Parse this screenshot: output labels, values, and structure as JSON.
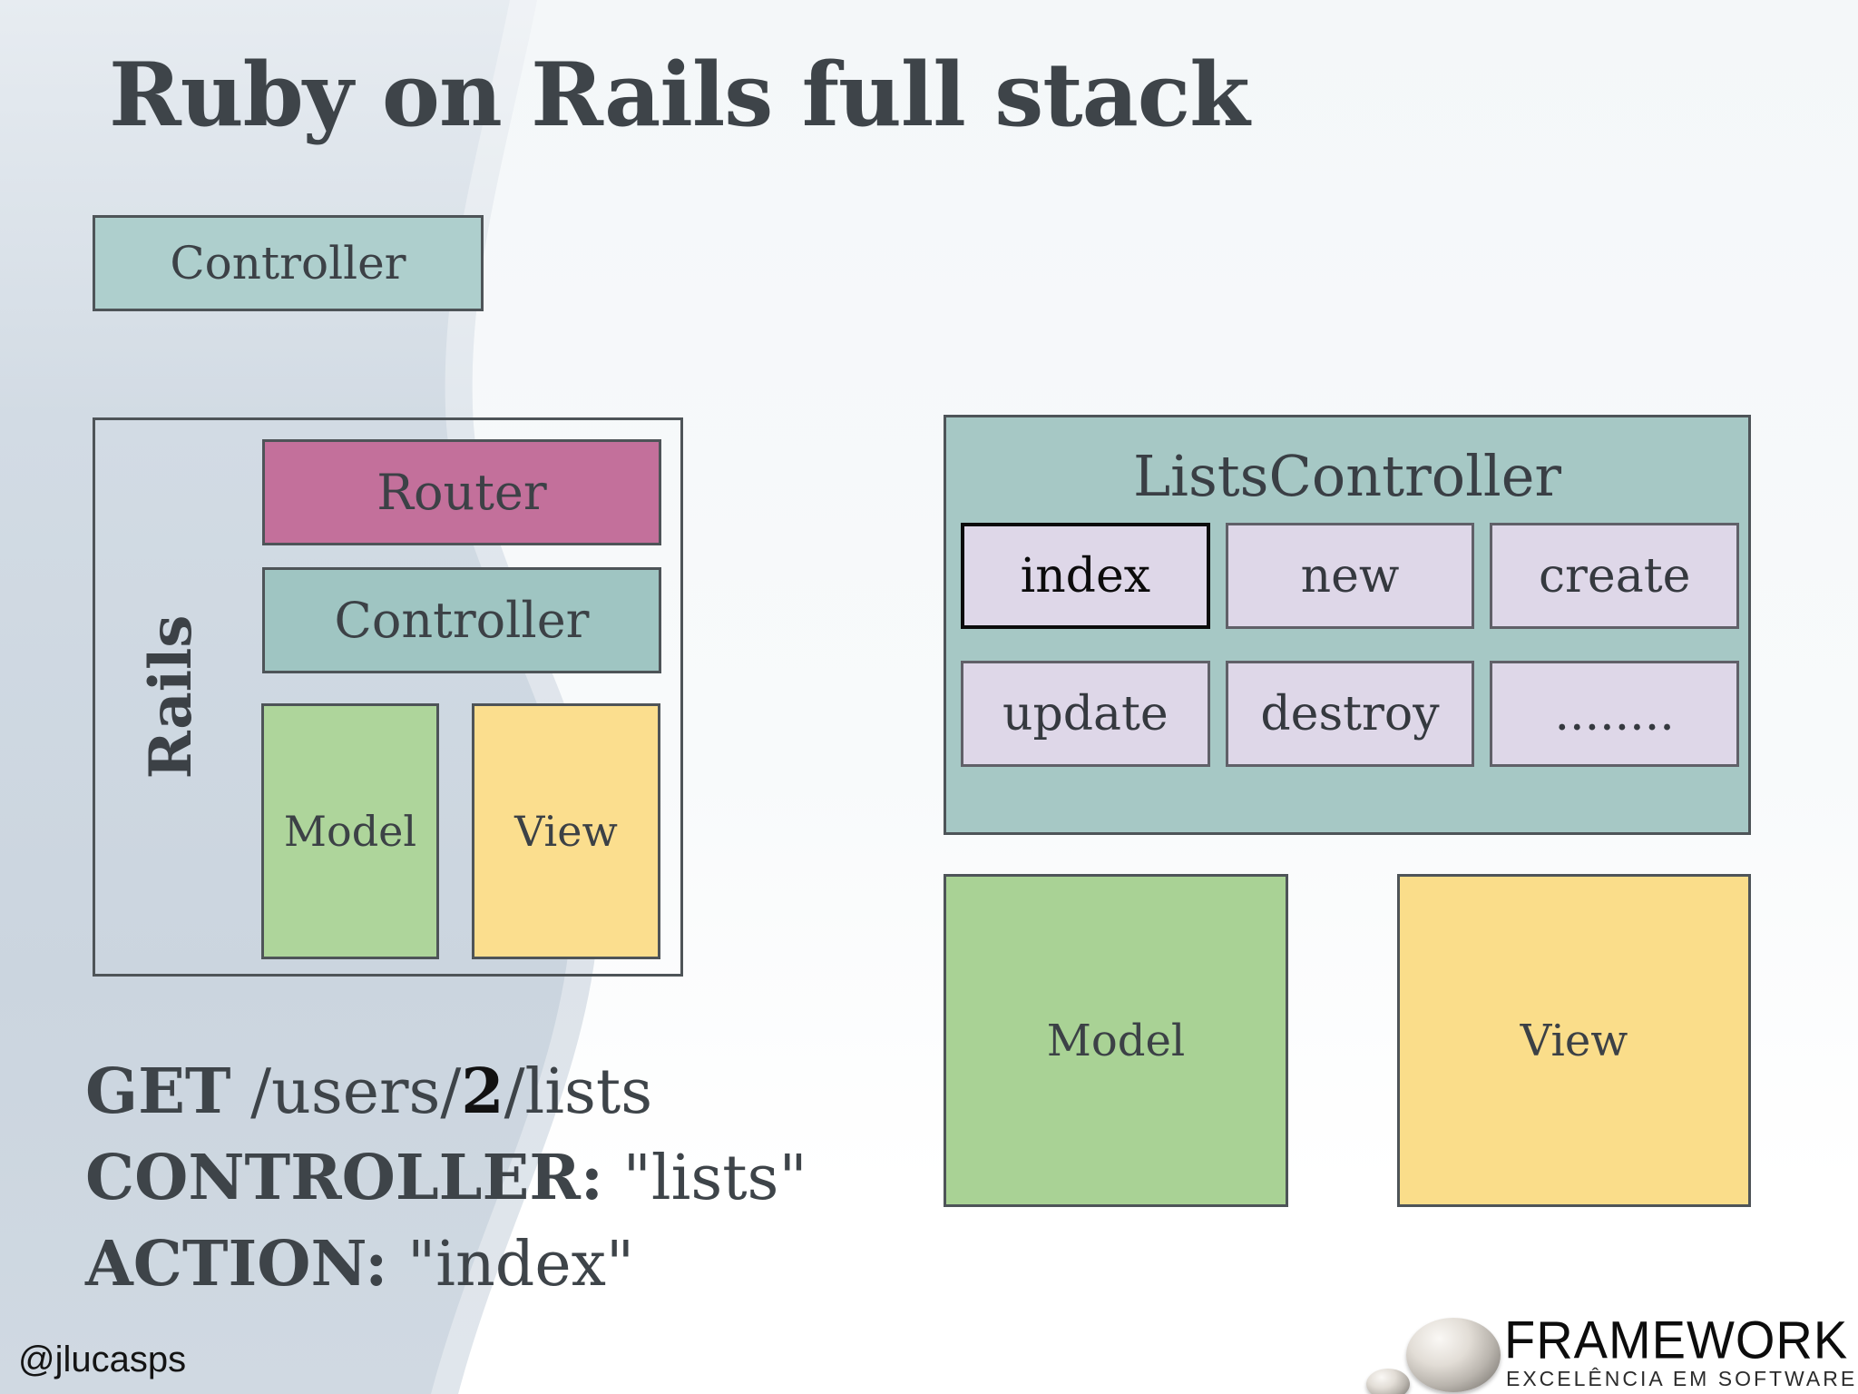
{
  "title": "Ruby on Rails full stack",
  "standalone_controller": {
    "label": "Controller"
  },
  "rails_stack": {
    "label": "Rails",
    "router_label": "Router",
    "controller_label": "Controller",
    "model_label": "Model",
    "view_label": "View"
  },
  "lists_controller": {
    "title": "ListsController",
    "highlighted_action": "index",
    "actions": [
      "index",
      "new",
      "create",
      "update",
      "destroy",
      "........"
    ]
  },
  "mvc_boxes": {
    "model_label": "Model",
    "view_label": "View"
  },
  "request_info": {
    "method": "GET",
    "path_pre": "/users/",
    "path_emph": "2",
    "path_post": "/lists",
    "controller_label": "CONTROLLER:",
    "controller_value": "\"lists\"",
    "action_label": "ACTION:",
    "action_value": "\"index\""
  },
  "watermark": "@jlucasps",
  "logo": {
    "name": "FRAMEWORK",
    "tagline": "EXCELÊNCIA EM SOFTWARE"
  },
  "colors": {
    "teal-top": "#aecfcd",
    "teal-big": "#a6c8c5",
    "teal-inner": "#9fc5c2",
    "pink": "#c3709b",
    "green": "#aed59b",
    "green2": "#a9d295",
    "yellow": "#fbde8e",
    "yellow2": "#fadd8a",
    "lavender": "#ded7e8",
    "border": "#4e5458",
    "textdark": "#3c4146",
    "black": "#111111"
  }
}
